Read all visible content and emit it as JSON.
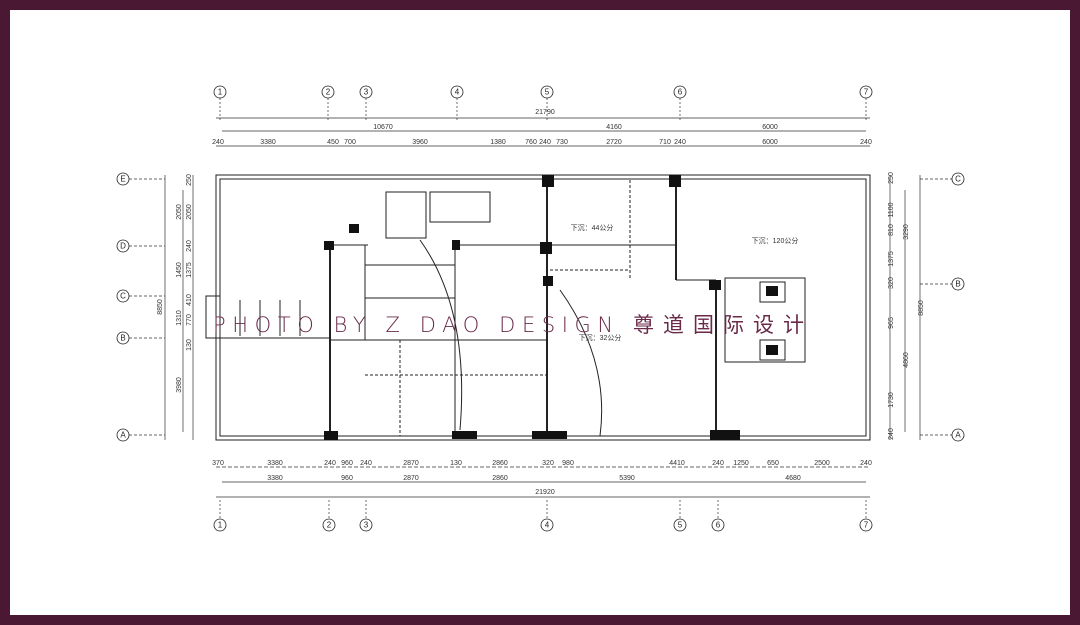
{
  "top": {
    "axes": [
      "1",
      "2",
      "3",
      "4",
      "5",
      "6",
      "7"
    ],
    "total": "21790",
    "row2": [
      "10670",
      "4160",
      "6000"
    ],
    "row3": [
      "240",
      "3380",
      "450",
      "700",
      "3960",
      "1380",
      "760",
      "240",
      "730",
      "2720",
      "710",
      "240",
      "6000",
      "240"
    ]
  },
  "bottom": {
    "axes": [
      "1",
      "2",
      "3",
      "4",
      "5",
      "6",
      "7"
    ],
    "row1": [
      "370",
      "3380",
      "240",
      "960",
      "240",
      "2870",
      "130",
      "2860",
      "320",
      "980",
      "4410",
      "240",
      "1250",
      "650",
      "2500",
      "240"
    ],
    "row2": [
      "3380",
      "960",
      "2870",
      "2860",
      "5390",
      "4680"
    ],
    "total": "21920"
  },
  "left": {
    "axes": [
      "E",
      "D",
      "C",
      "B",
      "A"
    ],
    "total": "8850",
    "row2": [
      "2050",
      "1450",
      "1310",
      "3980"
    ],
    "row3": [
      "250",
      "2050",
      "240",
      "1375",
      "410",
      "770",
      "130"
    ]
  },
  "right": {
    "axes": [
      "C",
      "B",
      "A"
    ],
    "total": "8850",
    "row2": [
      "3290",
      "4860"
    ],
    "row3": [
      "250",
      "1100",
      "810",
      "1375",
      "320",
      "965",
      "1730",
      "240"
    ]
  },
  "notes": [
    "下沉：120公分",
    "下沉：44公分",
    "下沉：32公分"
  ],
  "watermark": {
    "latin": "PHOTO BY Z DAO DESIGN",
    "cjk": "尊道国际设计"
  },
  "colors": {
    "frame": "#4b1833",
    "watermark": "#6a2a4a"
  }
}
